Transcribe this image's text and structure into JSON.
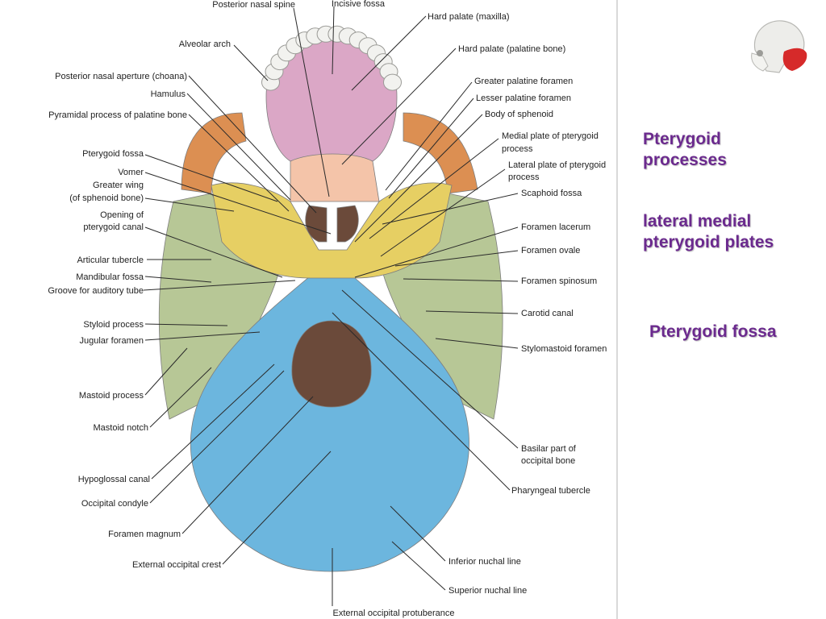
{
  "figure": {
    "colors": {
      "palate": "#dba7c6",
      "palatine": "#f4c4a9",
      "sphenoid": "#e6cf63",
      "temporal": "#b7c796",
      "occipital": "#6cb6de",
      "zygomatic": "#dc8f52",
      "teeth": "#f2f2ef",
      "foramen": "#6b4a3a"
    },
    "labels": [
      {
        "name": "posterior-nasal-spine-label",
        "text": "Posterior nasal spine"
      },
      {
        "name": "incisive-fossa-label",
        "text": "Incisive fossa"
      },
      {
        "name": "hard-palate-maxilla-label",
        "text": "Hard palate (maxilla)"
      },
      {
        "name": "alveolar-arch-label",
        "text": "Alveolar arch"
      },
      {
        "name": "hard-palate-palatine-label",
        "text": "Hard palate (palatine bone)"
      },
      {
        "name": "posterior-nasal-aperture-label",
        "text": "Posterior nasal aperture (choana)"
      },
      {
        "name": "greater-palatine-foramen-label",
        "text": "Greater palatine foramen"
      },
      {
        "name": "hamulus-label",
        "text": "Hamulus"
      },
      {
        "name": "lesser-palatine-foramen-label",
        "text": "Lesser palatine foramen"
      },
      {
        "name": "pyramidal-process-label",
        "text": "Pyramidal process of palatine bone"
      },
      {
        "name": "body-of-sphenoid-label",
        "text": "Body of sphenoid"
      },
      {
        "name": "medial-plate-label-line1",
        "text": "Medial plate of pterygoid"
      },
      {
        "name": "medial-plate-label-line2",
        "text": "process"
      },
      {
        "name": "pterygoid-fossa-label",
        "text": "Pterygoid fossa"
      },
      {
        "name": "lateral-plate-label-line1",
        "text": "Lateral plate of pterygoid"
      },
      {
        "name": "lateral-plate-label-line2",
        "text": "process"
      },
      {
        "name": "vomer-label",
        "text": "Vomer"
      },
      {
        "name": "greater-wing-label-line1",
        "text": "Greater wing"
      },
      {
        "name": "greater-wing-label-line2",
        "text": "(of sphenoid bone)"
      },
      {
        "name": "scaphoid-fossa-label",
        "text": "Scaphoid fossa"
      },
      {
        "name": "pterygoid-canal-label-line1",
        "text": "Opening of"
      },
      {
        "name": "pterygoid-canal-label-line2",
        "text": "pterygoid canal"
      },
      {
        "name": "foramen-lacerum-label",
        "text": "Foramen lacerum"
      },
      {
        "name": "foramen-ovale-label",
        "text": "Foramen ovale"
      },
      {
        "name": "articular-tubercle-label",
        "text": "Articular tubercle"
      },
      {
        "name": "mandibular-fossa-label",
        "text": "Mandibular fossa"
      },
      {
        "name": "foramen-spinosum-label",
        "text": "Foramen spinosum"
      },
      {
        "name": "auditory-tube-groove-label",
        "text": "Groove for auditory tube"
      },
      {
        "name": "carotid-canal-label",
        "text": "Carotid canal"
      },
      {
        "name": "styloid-process-label",
        "text": "Styloid process"
      },
      {
        "name": "jugular-foramen-label",
        "text": "Jugular foramen"
      },
      {
        "name": "stylomastoid-foramen-label",
        "text": "Stylomastoid foramen"
      },
      {
        "name": "mastoid-process-label",
        "text": "Mastoid process"
      },
      {
        "name": "mastoid-notch-label",
        "text": "Mastoid notch"
      },
      {
        "name": "basilar-part-label-line1",
        "text": "Basilar part of"
      },
      {
        "name": "basilar-part-label-line2",
        "text": "occipital bone"
      },
      {
        "name": "hypoglossal-canal-label",
        "text": "Hypoglossal canal"
      },
      {
        "name": "pharyngeal-tubercle-label",
        "text": "Pharyngeal tubercle"
      },
      {
        "name": "occipital-condyle-label",
        "text": "Occipital condyle"
      },
      {
        "name": "foramen-magnum-label",
        "text": "Foramen magnum"
      },
      {
        "name": "inferior-nuchal-line-label",
        "text": "Inferior nuchal line"
      },
      {
        "name": "external-occipital-crest-label",
        "text": "External occipital crest"
      },
      {
        "name": "superior-nuchal-line-label",
        "text": "Superior nuchal line"
      },
      {
        "name": "external-occipital-protuberance-label",
        "text": "External occipital protuberance"
      }
    ]
  },
  "notes": {
    "note1_line1": "Pterygoid",
    "note1_line2": "processes",
    "note2_line1": "lateral medial",
    "note2_line2": "pterygoid plates",
    "note3": "Pterygoid fossa",
    "color": "#6b2a8e"
  },
  "thumbnail": {
    "icon": "skull-icon",
    "highlight_color": "#d62a2a"
  }
}
